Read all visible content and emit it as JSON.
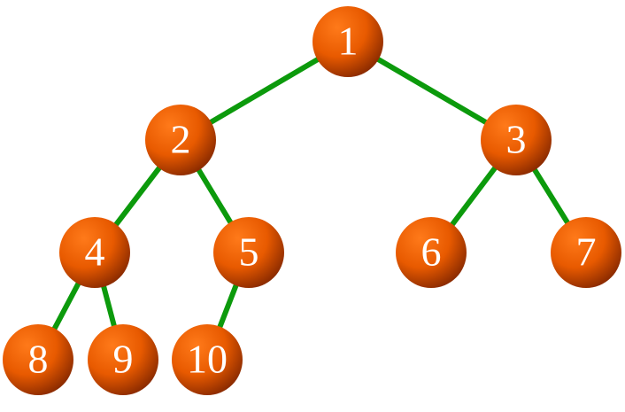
{
  "tree": {
    "nodes": [
      {
        "id": 1,
        "label": "1"
      },
      {
        "id": 2,
        "label": "2"
      },
      {
        "id": 3,
        "label": "3"
      },
      {
        "id": 4,
        "label": "4"
      },
      {
        "id": 5,
        "label": "5"
      },
      {
        "id": 6,
        "label": "6"
      },
      {
        "id": 7,
        "label": "7"
      },
      {
        "id": 8,
        "label": "8"
      },
      {
        "id": 9,
        "label": "9"
      },
      {
        "id": 10,
        "label": "10"
      }
    ],
    "edges": [
      [
        1,
        2
      ],
      [
        1,
        3
      ],
      [
        2,
        4
      ],
      [
        2,
        5
      ],
      [
        3,
        6
      ],
      [
        3,
        7
      ],
      [
        4,
        8
      ],
      [
        4,
        9
      ],
      [
        5,
        10
      ]
    ]
  },
  "colors": {
    "edge": "#0c9a0c",
    "node_light": "#ff7a1a",
    "node_mid": "#e85a00",
    "node_dark": "#8a2a00",
    "label": "#ffffff"
  }
}
